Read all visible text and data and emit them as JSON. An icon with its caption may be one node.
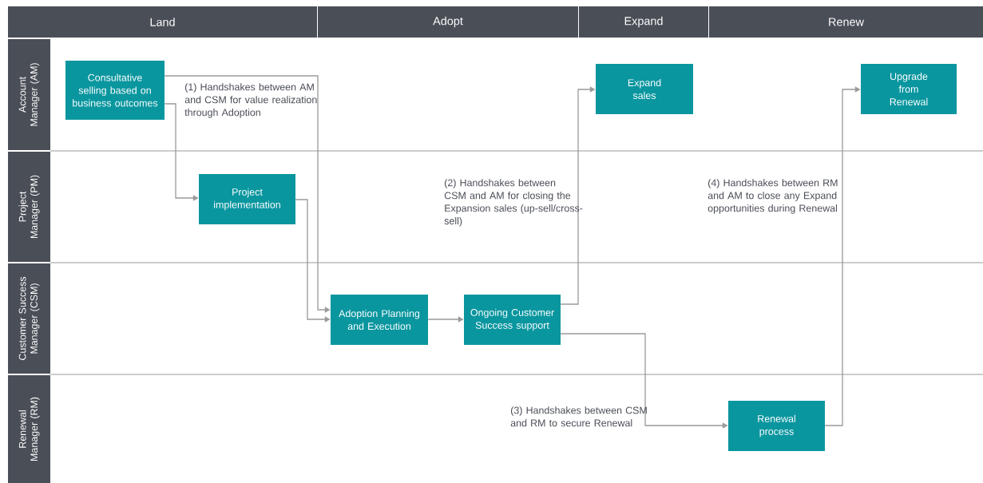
{
  "diagram": {
    "nodes": [
      {
        "text": [
          "Land"
        ]
      },
      {
        "text": [
          "Adopt"
        ]
      },
      {
        "text": [
          "Expand"
        ]
      },
      {
        "text": [
          "Renew"
        ]
      },
      {
        "text": [
          "Account Manager (AM)"
        ]
      },
      {
        "text": [
          "Project Manager (PM)"
        ]
      },
      {
        "text": [
          "Customer Success Manager (CSM)"
        ]
      },
      {
        "text": [
          "Renewal Manager (RM)"
        ]
      },
      {
        "text": [
          "Consultative selling based on business outcomes"
        ]
      },
      {
        "text": [
          "Project implementation"
        ]
      },
      {
        "text": [
          "Adoption Planning and Execution"
        ]
      },
      {
        "text": [
          "Ongoing Customer Success support"
        ]
      },
      {
        "text": [
          "Expand sales"
        ]
      },
      {
        "text": [
          "Renewal process"
        ]
      },
      {
        "text": [
          "Upgrade from Renewal"
        ]
      }
    ],
    "edges": [
      {
        "from": 8,
        "to": 10,
        "arrow": "to"
      },
      {
        "from": 8,
        "to": 9,
        "arrow": "to"
      },
      {
        "from": 9,
        "to": 10,
        "arrow": "to"
      },
      {
        "from": 10,
        "to": 11,
        "arrow": "to"
      },
      {
        "from": 11,
        "to": 12,
        "arrow": "to"
      },
      {
        "from": 11,
        "to": 13,
        "arrow": "to"
      },
      {
        "from": 13,
        "to": 14,
        "arrow": "to"
      }
    ],
    "labels": [
      "(1) Handshakes between AM and CSM for value realization through Adoption",
      "(2) Handshakes between CSM and AM for closing the Expansion sales (up-sell/cross-sell)",
      "(4) Handshakes between RM and AM to close any Expand opportunities during Renewal",
      "(3) Handshakes between CSM and RM to secure Renewal"
    ]
  }
}
